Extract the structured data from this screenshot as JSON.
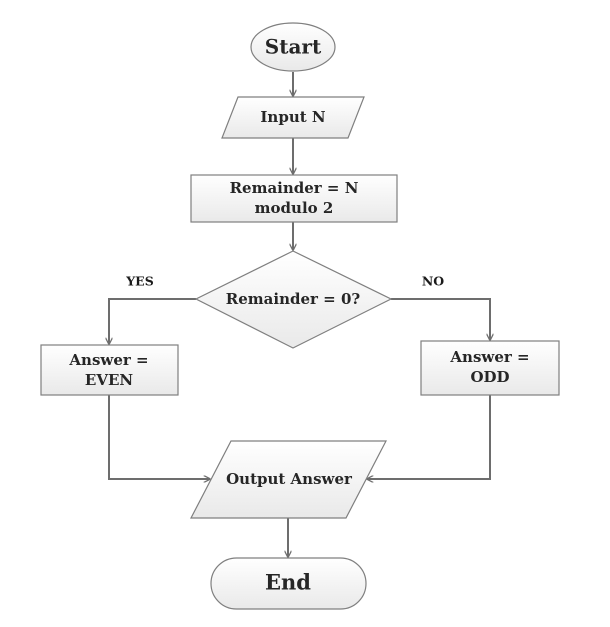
{
  "nodes": {
    "start": {
      "label": "Start"
    },
    "input": {
      "label": "Input N"
    },
    "process": {
      "line1": "Remainder = N",
      "line2": "modulo 2"
    },
    "decision": {
      "label": "Remainder = 0?"
    },
    "even": {
      "line1": "Answer =",
      "line2": "EVEN"
    },
    "odd": {
      "line1": "Answer =",
      "line2": "ODD"
    },
    "output": {
      "label": "Output Answer"
    },
    "end": {
      "label": "End"
    }
  },
  "edges": {
    "yes_label": "YES",
    "no_label": "NO"
  },
  "colors": {
    "shape_fill_top": "#ffffff",
    "shape_fill_bottom": "#e9e9e9",
    "shape_stroke": "#7f7f7f",
    "connector": "#6d6d6d",
    "text": "#262626"
  }
}
